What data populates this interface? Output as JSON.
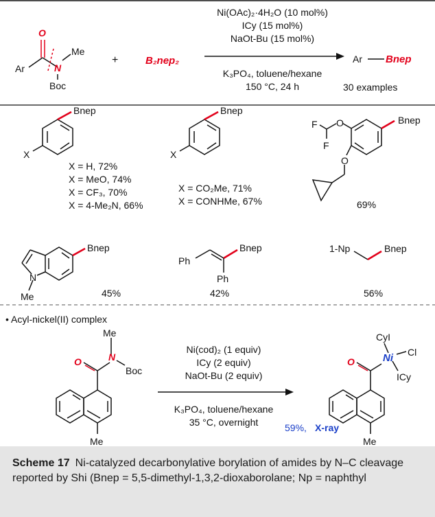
{
  "top_reaction": {
    "conditions_above": [
      "Ni(OAc)₂·4H₂O (10 mol%)",
      "ICy (15 mol%)",
      "NaOt-Bu (15 mol%)"
    ],
    "conditions_below": [
      "K₃PO₄, toluene/hexane",
      "150 °C, 24 h"
    ],
    "reagent": "B₂nep₂",
    "plus": "+",
    "product_label": "Ar",
    "product_boryl": "Bnep",
    "examples": "30 examples",
    "amide_labels": {
      "ar": "Ar",
      "o": "O",
      "n": "N",
      "me": "Me",
      "boc": "Boc"
    }
  },
  "products": {
    "p1": {
      "substituent": "X",
      "group": "Bnep",
      "yields": [
        "X = H, 72%",
        "X = MeO, 74%",
        "X = CF₃, 70%",
        "X = 4-Me₂N, 66%"
      ]
    },
    "p2": {
      "substituent": "X",
      "group": "Bnep",
      "yields": [
        "X = CO₂Me, 71%",
        "X = CONHMe, 67%"
      ]
    },
    "p3": {
      "atoms": {
        "f1": "F",
        "f2": "F",
        "o1": "O",
        "o2": "O"
      },
      "group": "Bnep",
      "yield": "69%"
    },
    "p4": {
      "atoms": {
        "n": "N",
        "me": "Me"
      },
      "group": "Bnep",
      "yield": "45%"
    },
    "p5": {
      "atoms": {
        "ph1": "Ph",
        "ph2": "Ph"
      },
      "group": "Bnep",
      "yield": "42%"
    },
    "p6": {
      "atoms": {
        "np": "1-Np"
      },
      "group": "Bnep",
      "yield": "56%"
    }
  },
  "complex_section": {
    "heading": "• Acyl-nickel(II) complex",
    "conditions_above": [
      "Ni(cod)₂ (1 equiv)",
      "ICy (2 equiv)",
      "NaOt-Bu (2 equiv)"
    ],
    "conditions_below": [
      "K₃PO₄, toluene/hexane",
      "35 °C, overnight"
    ],
    "sm_labels": {
      "me_top": "Me",
      "n": "N",
      "boc": "Boc",
      "o": "O",
      "me_bottom": "Me"
    },
    "product_labels": {
      "cyi": "CyI",
      "ni": "Ni",
      "cl": "Cl",
      "icy": "ICy",
      "o": "O",
      "me": "Me"
    },
    "yield": "59%,",
    "xray": "X-ray"
  },
  "caption": {
    "label": "Scheme 17",
    "text": "Ni-catalyzed decarbonylative borylation of amides by N–C cleavage reported by Shi (Bnep = 5,5-dimethyl-1,3,2-dioxaborolane; Np = naphthyl"
  },
  "colors": {
    "accent_red": "#e2001a",
    "accent_blue": "#1a3fc8",
    "caption_bg": "#e5e5e5"
  }
}
